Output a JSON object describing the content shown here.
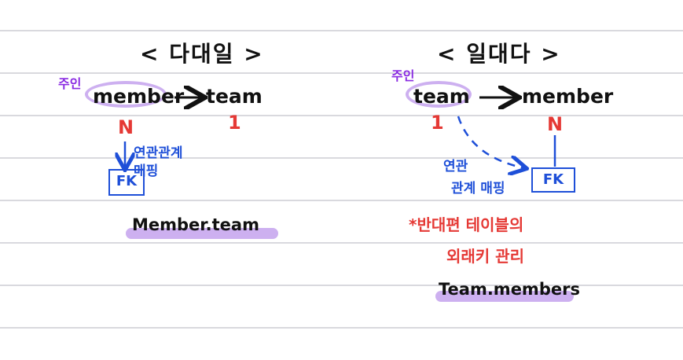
{
  "left": {
    "title": "< 다대일 >",
    "owner_label": "주인",
    "entity_owner": "member",
    "entity_target": "team",
    "card_owner": "N",
    "card_target": "1",
    "mapping_note": "연관관계\n매핑",
    "fk_label": "FK",
    "field_ref": "Member.team"
  },
  "right": {
    "title": "< 일대다 >",
    "owner_label": "주인",
    "entity_owner": "team",
    "entity_target": "member",
    "card_owner": "1",
    "card_target": "N",
    "mapping_note_line1": "연관",
    "mapping_note_line2": "관계 매핑",
    "fk_label": "FK",
    "warning_line1": "*반대편 테이블의",
    "warning_line2": "외래키 관리",
    "field_ref": "Team.members"
  },
  "colors": {
    "ink": "#111111",
    "owner_purple": "#8a2be2",
    "highlight_lavender": "#cdb0f0",
    "cardinality_red": "#e53935",
    "mapping_blue": "#1e4fd8",
    "ruled_line_gray": "#d9d9de"
  }
}
